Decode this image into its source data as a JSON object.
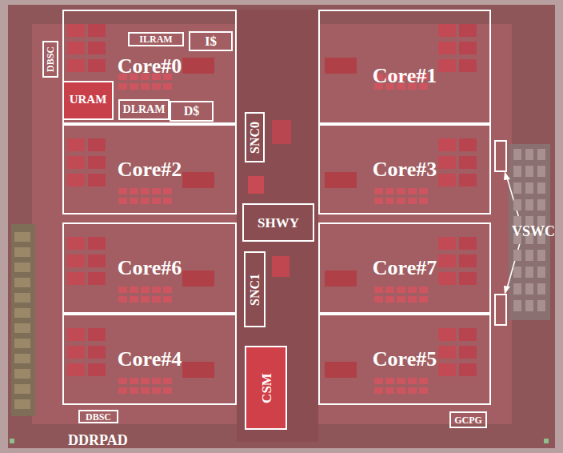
{
  "diagram": {
    "nodes": [
      {
        "text": [
          "Core#0"
        ]
      },
      {
        "text": [
          "ILRAM"
        ],
        "in": 0
      },
      {
        "text": [
          "I$"
        ],
        "in": 0
      },
      {
        "text": [
          "URAM"
        ],
        "in": 0
      },
      {
        "text": [
          "DLRAM"
        ],
        "in": 0
      },
      {
        "text": [
          "D$"
        ],
        "in": 0
      },
      {
        "text": [
          "DBSC"
        ]
      },
      {
        "text": [
          "Core#1"
        ]
      },
      {
        "text": [
          "SNC0"
        ]
      },
      {
        "text": [
          "Core#2"
        ]
      },
      {
        "text": [
          "Core#3"
        ]
      },
      {
        "text": [
          "SHWY"
        ]
      },
      {
        "text": [
          "Core#6"
        ]
      },
      {
        "text": [
          "Core#7"
        ]
      },
      {
        "text": [
          "SNC1"
        ]
      },
      {
        "text": [
          "Core#4"
        ]
      },
      {
        "text": [
          "CSM"
        ]
      },
      {
        "text": [
          "Core#5"
        ]
      },
      {
        "text": [
          "DBSC"
        ]
      },
      {
        "text": [
          "GCPG"
        ]
      }
    ],
    "labels": [
      "VSWC",
      "DDRPAD"
    ]
  }
}
